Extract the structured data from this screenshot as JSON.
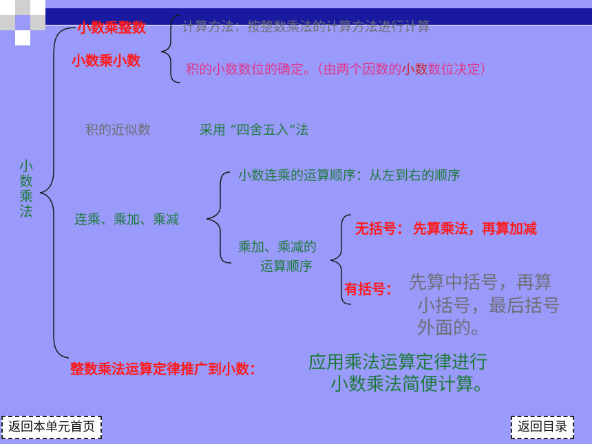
{
  "topics": {
    "main": "小数乘法",
    "decimal_times_integer": "小数乘整数",
    "decimal_times_decimal": "小数乘小数",
    "approximate": "积的近似数",
    "continuous_ops": "连乘、乘加、乘减",
    "law_extension": "整数乘法运算定律推广到小数："
  },
  "notes": {
    "calc_method": "计算方法：按整数乘法的计算方法进行计算",
    "decimal_place_a": "积的小数数位的确定。（由两个因数的",
    "decimal_place_b": "小数",
    "decimal_place_c": "数位决定）",
    "rounding": "采用 “四舍五入”法",
    "continuous_order": "小数连乘的运算顺序：从左到右的顺序",
    "mixed_order_line1": "乘加、乘减的",
    "mixed_order_line2": "运算顺序",
    "no_bracket_label": "无括号：",
    "no_bracket_rule": "先算乘法，再算加减",
    "bracket_label": "有括号：",
    "bracket_rule_line1": "先算中括号，再算",
    "bracket_rule_line2": "小括号，最后括号",
    "bracket_rule_line3": "外面的。",
    "law_line1": "应用乘法运算定律进行",
    "law_line2": "小数乘法简便计算。"
  },
  "nav": {
    "unit_home": "返回本单元首页",
    "toc": "返回目录"
  },
  "colors": {
    "background": "#9a9afa",
    "red": "#ff1a1a",
    "gray": "#6f6f78",
    "green": "#1e7a3c",
    "pink": "#e0358a"
  }
}
